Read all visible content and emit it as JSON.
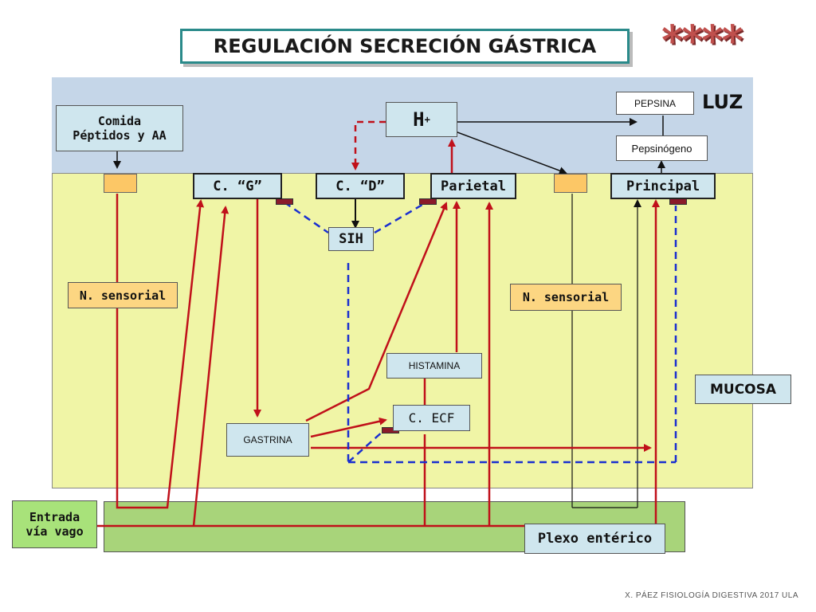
{
  "title": "REGULACIÓN SECRECIÓN GÁSTRICA",
  "stars": "****",
  "zones": {
    "luz": "LUZ",
    "mucosa": "MUCOSA",
    "plexo": "Plexo entérico"
  },
  "luz_items": {
    "comida": [
      "Comida",
      "Péptidos y AA"
    ],
    "h_plus": "H",
    "h_plus_sup": "+",
    "pepsina": "PEPSINA",
    "pepsinogeno": "Pepsinógeno"
  },
  "cells": {
    "c_g": "C. “G”",
    "c_d": "C. “D”",
    "parietal": "Parietal",
    "principal": "Principal"
  },
  "mediators": {
    "sih": "SIH",
    "histamina": "HISTAMINA",
    "c_ecf": "C. ECF",
    "gastrina": "GASTRINA"
  },
  "nerves": {
    "sensorial_left": "N. sensorial",
    "sensorial_right": "N. sensorial",
    "entrada_vago": [
      "Entrada",
      "vía vago"
    ]
  },
  "footer": "X. PÁEZ   FISIOLOGÍA DIGESTIVA 2017  ULA",
  "colors": {
    "red": "#c0101a",
    "blue": "#1a2fd0",
    "black": "#111111"
  }
}
